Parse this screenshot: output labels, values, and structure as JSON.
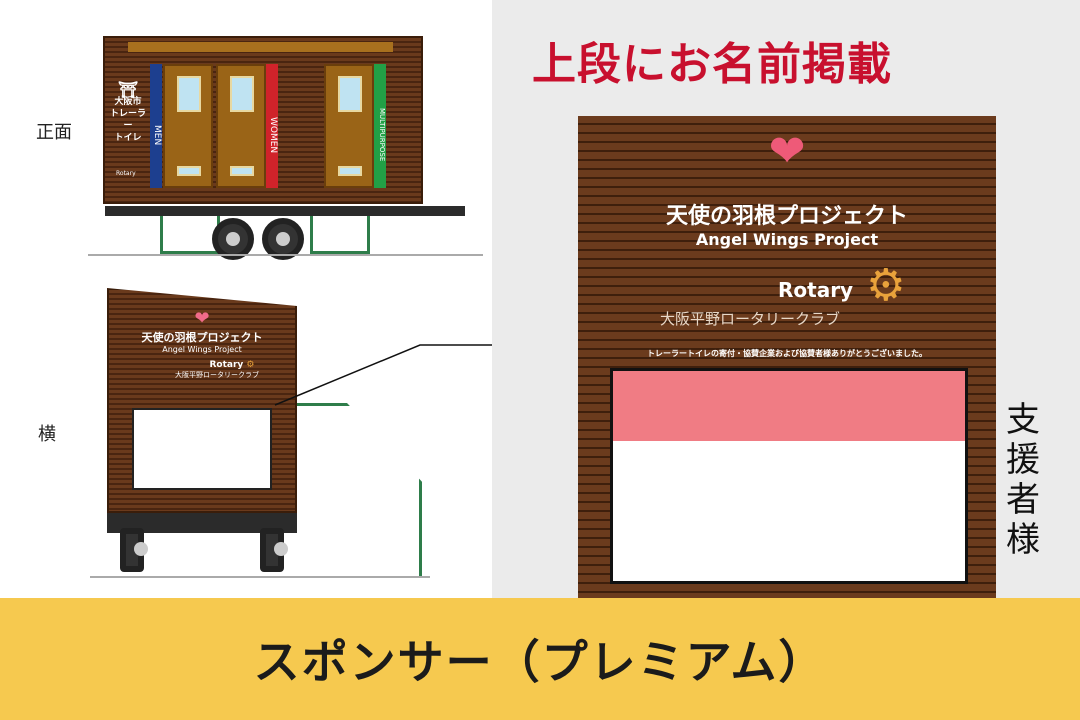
{
  "left": {
    "front_label": "正面",
    "side_label": "横",
    "front": {
      "city_sign": [
        "大阪市",
        "トレーラー",
        "トイレ"
      ],
      "doors": [
        {
          "label": "MEN",
          "color": "#1d3f8f"
        },
        {
          "label": "WOMEN",
          "color": "#d0232a"
        },
        {
          "label": "MULTIPURPOSE",
          "color": "#22a046"
        }
      ],
      "rotary": "Rotary"
    },
    "side": {
      "project_jp": "天使の羽根プロジェクト",
      "project_en": "Angel Wings Project",
      "rotary": "Rotary",
      "club": "大阪平野ロータリークラブ"
    }
  },
  "right": {
    "heading": "上段にお名前掲載",
    "heading_accent_color": "#c8102e",
    "sign": {
      "project_jp": "天使の羽根プロジェクト",
      "project_en": "Angel Wings Project",
      "rotary": "Rotary",
      "club": "大阪平野ロータリークラブ",
      "thanks": "トレーラートイレの寄付・協賛企業および協賛者様ありがとうございました。",
      "highlight_color": "#f07c84"
    },
    "side_caption": "支援者様"
  },
  "footer": {
    "title": "スポンサー（プレミアム）",
    "color": "#f6c94f"
  }
}
